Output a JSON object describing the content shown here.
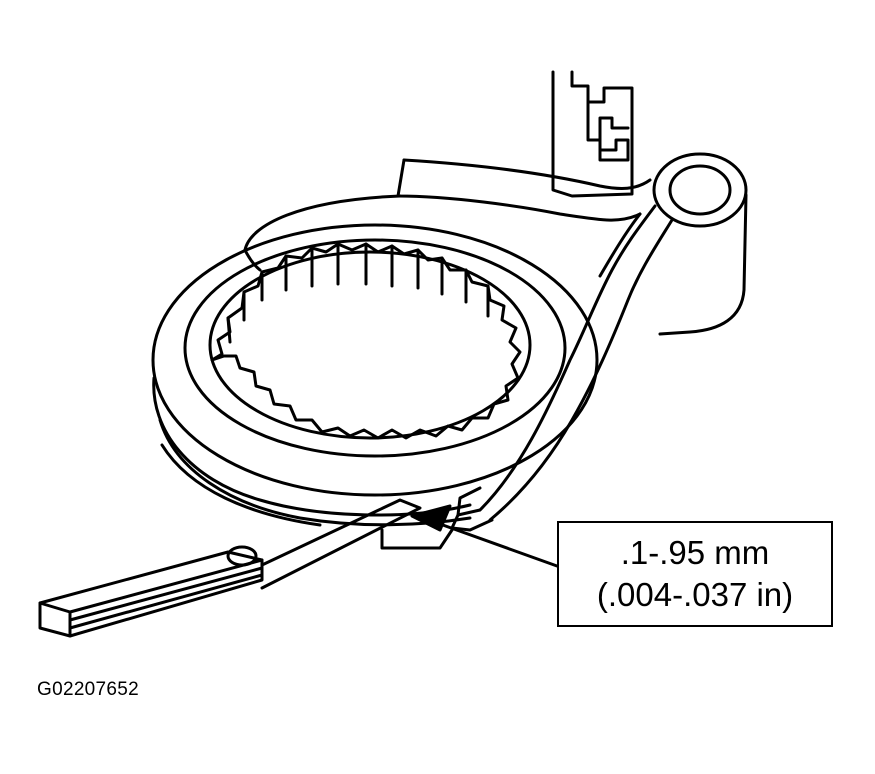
{
  "callout": {
    "line1": ".1-.95 mm",
    "line2": "(.004-.037 in)"
  },
  "figure_id": "G02207652",
  "colors": {
    "ink": "#000000",
    "paper": "#ffffff"
  },
  "icons": {
    "gauge": "feeler-gauge-icon",
    "arrow": "leader-arrow-icon"
  }
}
